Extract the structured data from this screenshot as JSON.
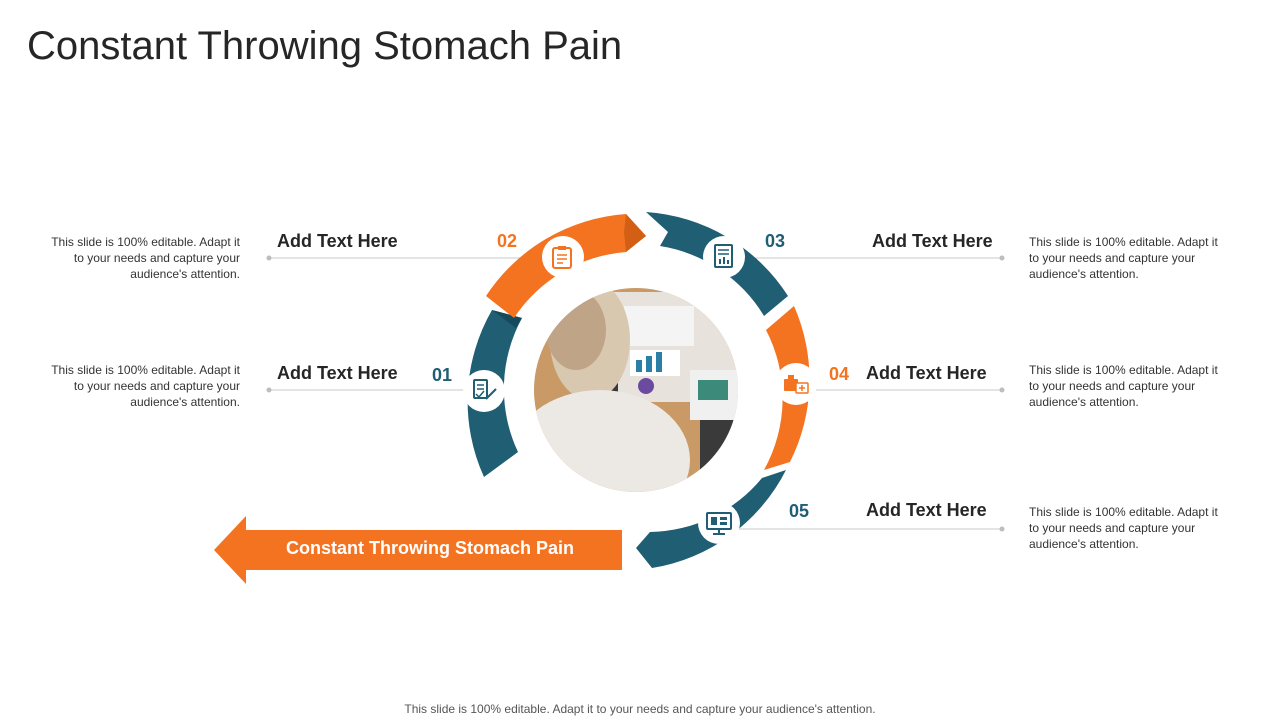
{
  "title": "Constant Throwing Stomach Pain",
  "footer": "This slide is 100% editable. Adapt it to your needs and capture your audience's attention.",
  "banner": "Constant Throwing Stomach Pain",
  "colors": {
    "orange": "#F47321",
    "teal": "#1F5E73",
    "line": "#C8C8C8"
  },
  "steps": [
    {
      "num": "01",
      "heading": "Add Text Here",
      "desc": "This slide is 100% editable. Adapt it to your needs and capture your audience's attention.",
      "icon": "checklist-pen-icon",
      "color": "teal"
    },
    {
      "num": "02",
      "heading": "Add Text Here",
      "desc": "This slide is 100% editable. Adapt it to your needs and capture your audience's attention.",
      "icon": "clipboard-icon",
      "color": "orange"
    },
    {
      "num": "03",
      "heading": "Add Text Here",
      "desc": "This slide is 100% editable. Adapt it to your needs and capture your audience's attention.",
      "icon": "document-chart-icon",
      "color": "teal"
    },
    {
      "num": "04",
      "heading": "Add Text Here",
      "desc": "This slide is 100% editable. Adapt it to your needs and capture your audience's attention.",
      "icon": "medicine-box-icon",
      "color": "orange"
    },
    {
      "num": "05",
      "heading": "Add Text Here",
      "desc": "This slide is 100% editable. Adapt it to your needs and capture your audience's attention.",
      "icon": "monitor-icon",
      "color": "teal"
    }
  ]
}
